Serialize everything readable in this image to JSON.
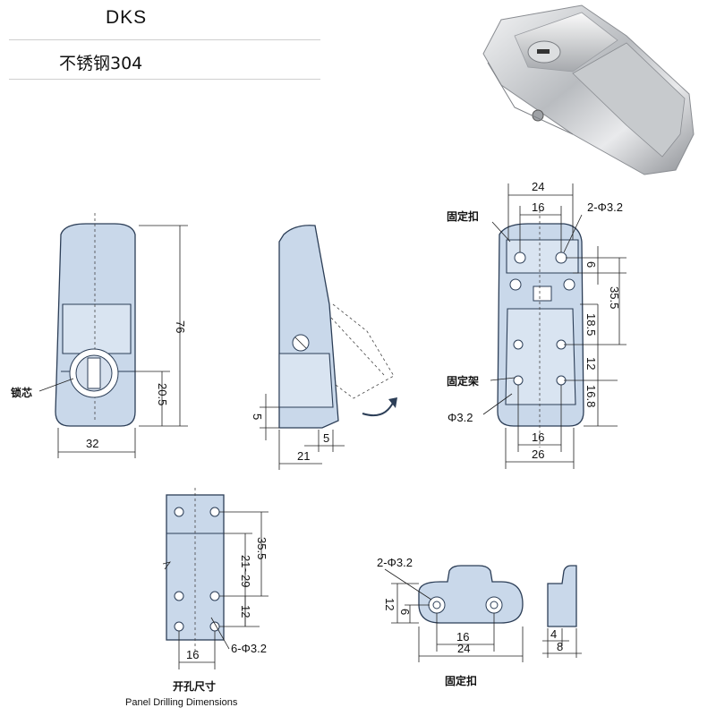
{
  "header": {
    "model": "DKS",
    "material": "不锈钢304"
  },
  "front_view": {
    "height": "76",
    "lock_height": "20.5",
    "width": "32",
    "lock_core_label": "锁芯"
  },
  "side_view": {
    "bottom_height": "5",
    "depth_small": "5",
    "depth": "21"
  },
  "back_view": {
    "top_width": "24",
    "hole_pitch_top": "16",
    "holes_top": "2-Φ3.2",
    "keeper_label": "固定扣",
    "frame_label": "固定架",
    "hole_single": "Φ3.2",
    "dim_6": "6",
    "dim_35_5": "35.5",
    "dim_18_5": "18.5",
    "dim_12": "12",
    "dim_16_8": "16.8",
    "bottom_pitch": "16",
    "bottom_width": "26"
  },
  "drilling": {
    "dim_35_5": "35.5",
    "dim_range": "21~29",
    "dim_12": "12",
    "holes": "6-Φ3.2",
    "pitch": "16",
    "caption_cn": "开孔尺寸",
    "caption_en": "Panel Drilling Dimensions"
  },
  "keeper": {
    "holes": "2-Φ3.2",
    "height": "12",
    "hole_offset": "6",
    "pitch": "16",
    "width": "24",
    "caption": "固定扣"
  },
  "keeper_side": {
    "thickness": "4",
    "depth": "8"
  }
}
